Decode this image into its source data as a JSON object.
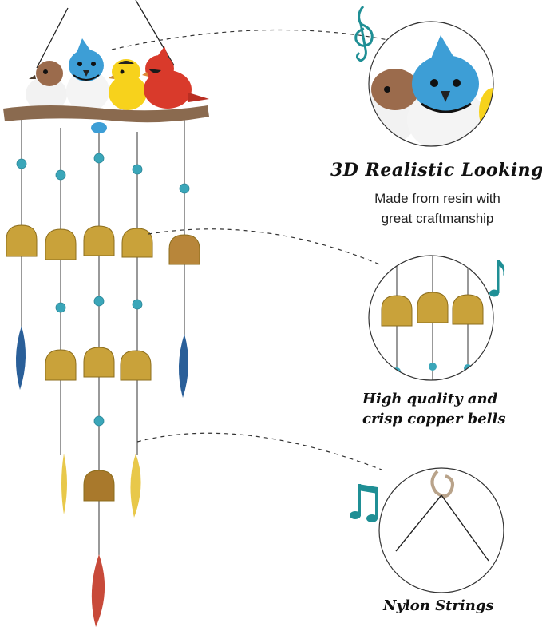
{
  "features": [
    {
      "title": "3D Realistic Looking",
      "description_line1": "Made from resin with",
      "description_line2": "great craftmanship"
    },
    {
      "title_line1": "High quality and",
      "title_line2": "crisp copper bells"
    },
    {
      "title": "Nylon Strings"
    }
  ],
  "colors": {
    "bell": "#c9a23a",
    "bead": "#3aa6b9",
    "music_note": "#1f8f95",
    "branch": "#8a6a4f"
  },
  "icons": [
    "treble-clef-icon",
    "eighth-note-icon",
    "beamed-notes-icon"
  ]
}
